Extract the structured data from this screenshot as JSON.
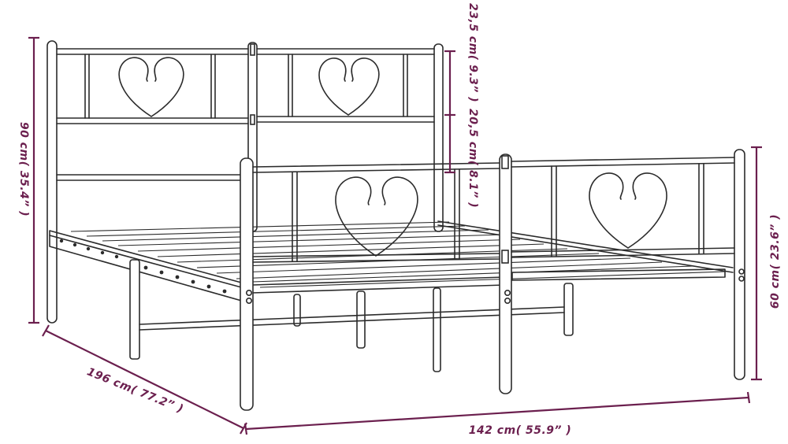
{
  "colors": {
    "dimension": "#6b1f4e",
    "line": "#2b2b2b",
    "background": "#ffffff"
  },
  "dimensions": {
    "height_total": "90 cm( 35.4” )",
    "height_footboard": "60 cm( 23.6” )",
    "headboard_top_gap": "23,5 cm( 9.3” )",
    "headboard_panel": "20,5 cm( 8.1” )",
    "length": "196 cm( 77.2” )",
    "width": "142 cm( 55.9” )"
  }
}
